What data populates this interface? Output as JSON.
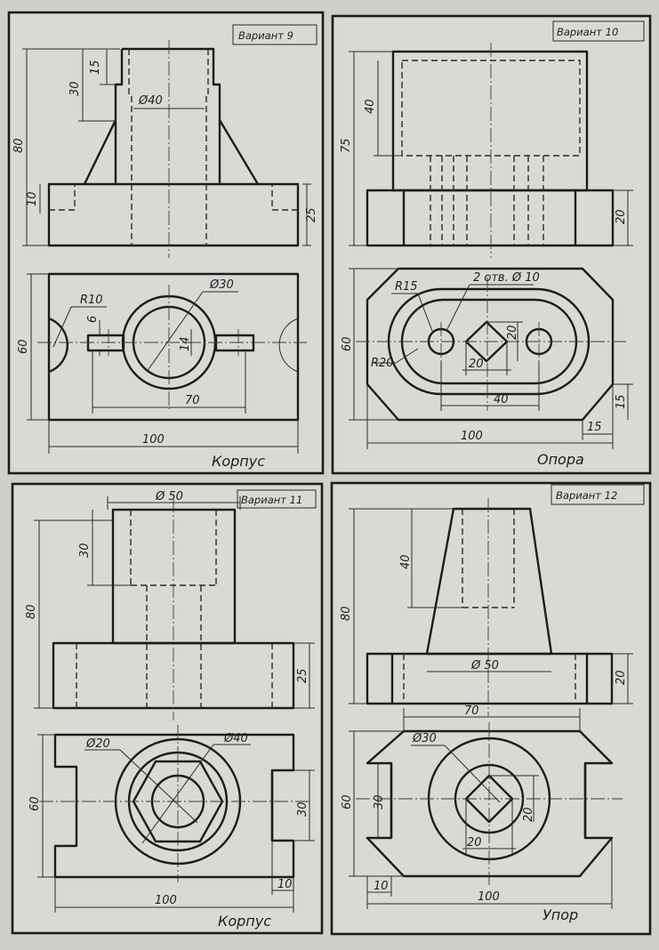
{
  "variants": [
    {
      "title": "Вариант 9",
      "name": "Корпус",
      "dims": [
        "15",
        "30",
        "Ø40",
        "80",
        "10",
        "25",
        "R10",
        "Ø30",
        "6",
        "14",
        "70",
        "60",
        "100"
      ]
    },
    {
      "title": "Вариант 10",
      "name": "Опора",
      "dims": [
        "40",
        "75",
        "20",
        "R15",
        "2 отв. Ø 10",
        "R20",
        "20",
        "20",
        "40",
        "60",
        "15",
        "15",
        "100"
      ]
    },
    {
      "title": "Вариант 11",
      "name": "Корпус",
      "dims": [
        "Ø 50",
        "30",
        "80",
        "25",
        "Ø20",
        "Ø40",
        "60",
        "30",
        "10",
        "100"
      ]
    },
    {
      "title": "Вариант 12",
      "name": "Упор",
      "dims": [
        "40",
        "80",
        "Ø 50",
        "20",
        "70",
        "Ø30",
        "60",
        "30",
        "20",
        "20",
        "10",
        "100"
      ]
    }
  ]
}
